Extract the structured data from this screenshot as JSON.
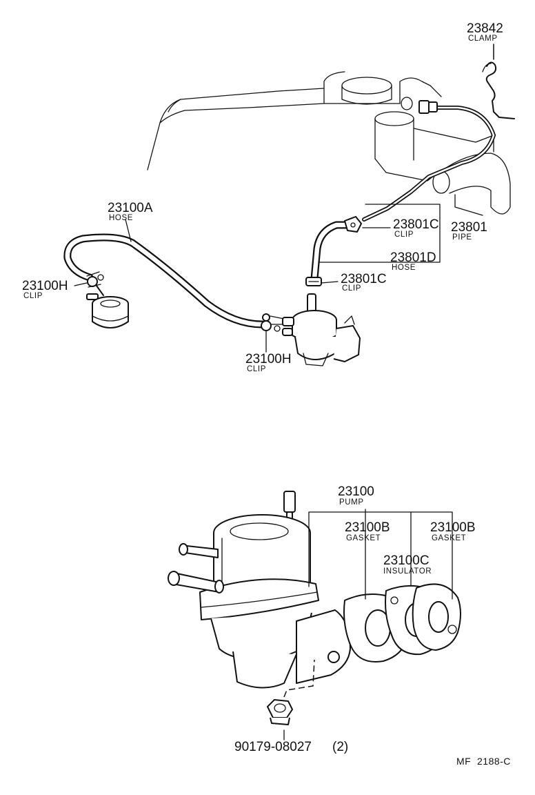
{
  "labels": {
    "clamp_23842": {
      "number": "23842",
      "name": "CLAMP"
    },
    "hose_23100A": {
      "number": "23100A",
      "name": "HOSE"
    },
    "clip_23100H_left": {
      "number": "23100H",
      "name": "CLIP"
    },
    "clip_23100H_bottom": {
      "number": "23100H",
      "name": "CLIP"
    },
    "clip_23801C_upper": {
      "number": "23801C",
      "name": "CLIP"
    },
    "pipe_23801": {
      "number": "23801",
      "name": "PIPE"
    },
    "hose_23801D": {
      "number": "23801D",
      "name": "HOSE"
    },
    "clip_23801C_lower": {
      "number": "23801C",
      "name": "CLIP"
    },
    "pump_23100": {
      "number": "23100",
      "name": "PUMP"
    },
    "gasket_23100B_1": {
      "number": "23100B",
      "name": "GASKET"
    },
    "gasket_23100B_2": {
      "number": "23100B",
      "name": "GASKET"
    },
    "insulator_23100C": {
      "number": "23100C",
      "name": "INSULATOR"
    },
    "nut": {
      "number": "90179-08027",
      "qty": "(2)"
    }
  },
  "figure_code": "MF  2188-C",
  "icons": [
    "engine-icon",
    "fuel-filter-icon",
    "fuel-pump-icon",
    "clamp-icon",
    "nut-icon",
    "gasket-icon",
    "insulator-icon"
  ],
  "colors": {
    "ink": "#111111",
    "paper": "#ffffff"
  }
}
